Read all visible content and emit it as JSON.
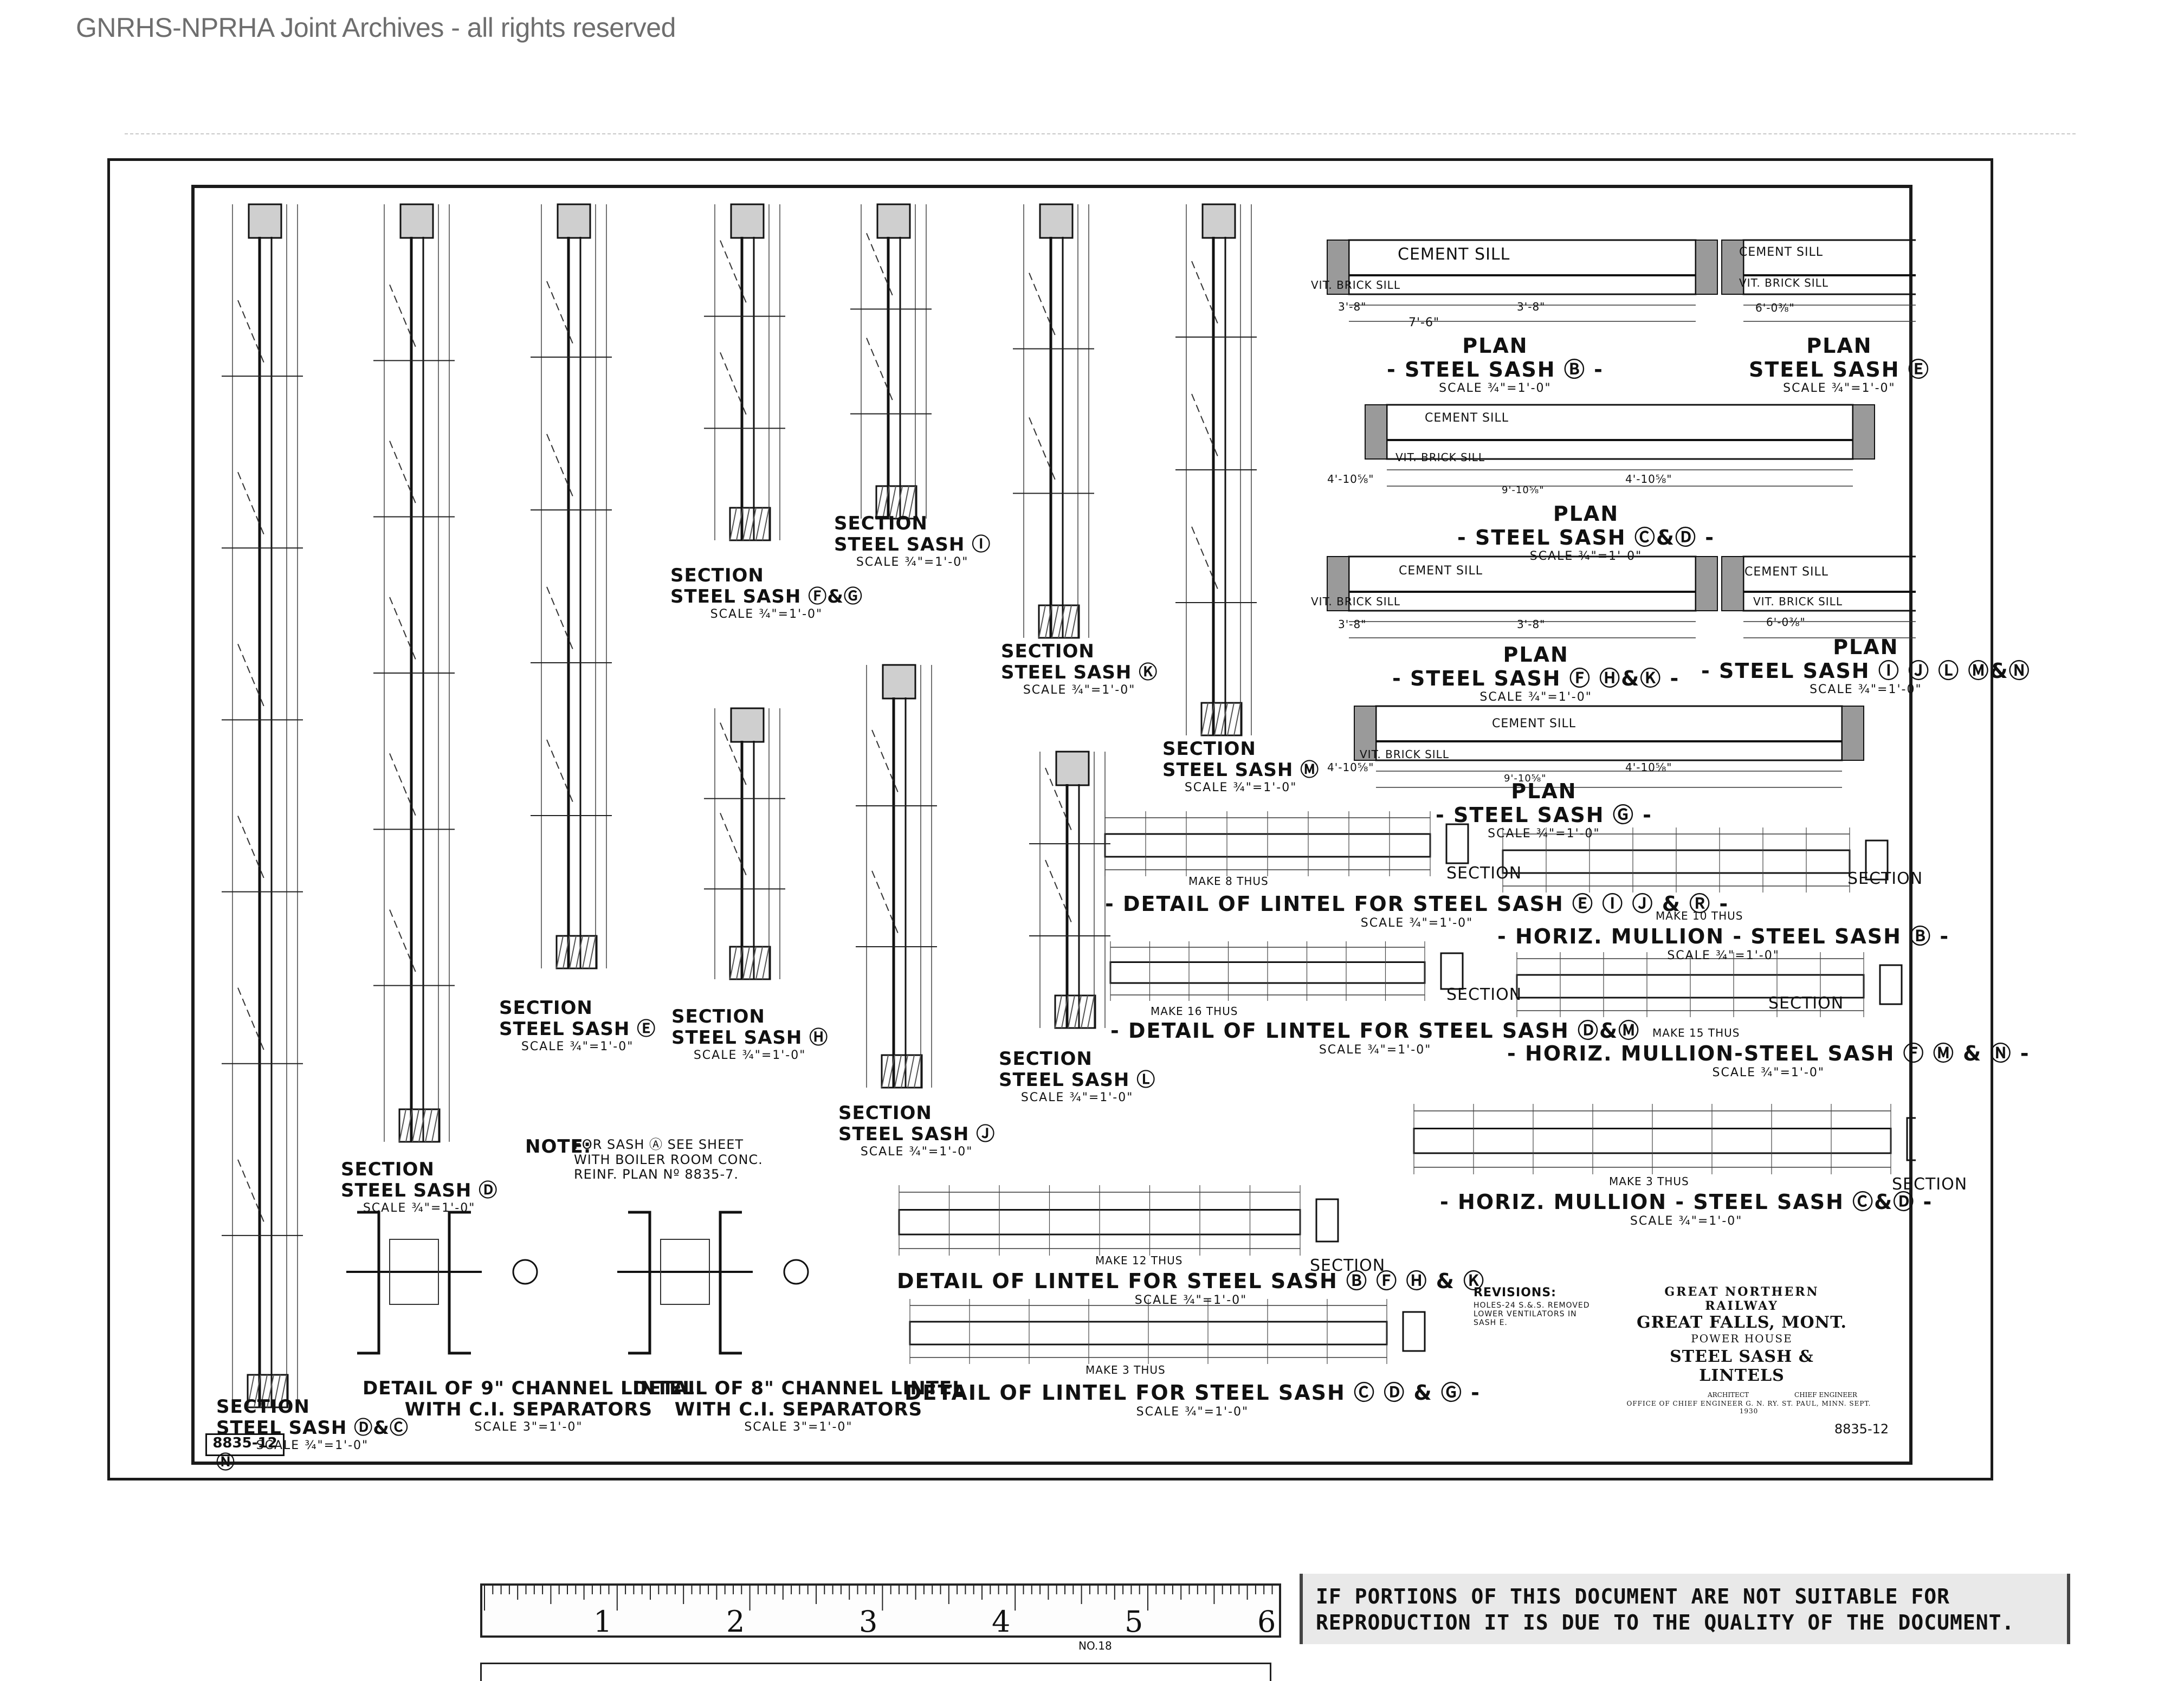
{
  "header": {
    "watermark": "GNRHS-NPRHA Joint Archives - all rights reserved"
  },
  "drawing": {
    "sections": [
      {
        "id": "sec-1",
        "title": "SECTION",
        "name": "STEEL SASH Ⓓ&Ⓒ",
        "scale": "SCALE ¾\"=1'-0\"",
        "extra": "Ⓝ"
      },
      {
        "id": "sec-2",
        "title": "SECTION",
        "name": "STEEL SASH Ⓓ",
        "scale": "SCALE ¾\"=1'-0\""
      },
      {
        "id": "sec-3",
        "title": "SECTION",
        "name": "STEEL SASH Ⓔ",
        "scale": "SCALE ¾\"=1'-0\""
      },
      {
        "id": "sec-4",
        "title": "SECTION",
        "name": "STEEL SASH Ⓕ&Ⓖ",
        "scale": "SCALE ¾\"=1'-0\""
      },
      {
        "id": "sec-5",
        "title": "SECTION",
        "name": "STEEL SASH Ⓗ",
        "scale": "SCALE ¾\"=1'-0\""
      },
      {
        "id": "sec-6",
        "title": "SECTION",
        "name": "STEEL SASH Ⓘ",
        "scale": "SCALE ¾\"=1'-0\""
      },
      {
        "id": "sec-7",
        "title": "SECTION",
        "name": "STEEL SASH Ⓙ",
        "scale": "SCALE ¾\"=1'-0\""
      },
      {
        "id": "sec-8",
        "title": "SECTION",
        "name": "STEEL SASH Ⓚ",
        "scale": "SCALE ¾\"=1'-0\""
      },
      {
        "id": "sec-9",
        "title": "SECTION",
        "name": "STEEL SASH Ⓛ",
        "scale": "SCALE ¾\"=1'-0\""
      },
      {
        "id": "sec-10",
        "title": "SECTION",
        "name": "STEEL SASH Ⓜ",
        "scale": "SCALE ¾\"=1'-0\""
      }
    ],
    "plans": [
      {
        "id": "plan-b",
        "title": "PLAN",
        "name": "STEEL SASH Ⓑ",
        "scale": "SCALE ¾\"=1'-0\"",
        "labels": [
          "CEMENT SILL",
          "VIT. BRICK SILL",
          "7'-6\"",
          "3'-8\"",
          "3'-8\""
        ]
      },
      {
        "id": "plan-e",
        "title": "PLAN",
        "name": "STEEL SASH Ⓔ",
        "scale": "SCALE ¾\"=1'-0\"",
        "labels": [
          "CEMENT SILL",
          "VIT. BRICK SILL",
          "6'-0⅜\""
        ]
      },
      {
        "id": "plan-cd",
        "title": "PLAN",
        "name": "STEEL SASH Ⓒ&Ⓓ",
        "scale": "SCALE ¾\"=1'-0\"",
        "labels": [
          "CEMENT SILL",
          "VIT. BRICK SILL",
          "4'-10⅝\"",
          "4'-10⅝\"",
          "9'-10⅝\""
        ]
      },
      {
        "id": "plan-fhk",
        "title": "PLAN",
        "name": "STEEL SASH Ⓕ Ⓗ&Ⓚ",
        "scale": "SCALE ¾\"=1'-0\"",
        "labels": [
          "CEMENT SILL",
          "VIT. BRICK SILL",
          "3'-8\"",
          "3'-8\""
        ]
      },
      {
        "id": "plan-ijlmn",
        "title": "PLAN",
        "name": "STEEL SASH Ⓘ Ⓙ Ⓛ Ⓜ&Ⓝ",
        "scale": "SCALE ¾\"=1'-0\"",
        "labels": [
          "CEMENT SILL",
          "VIT. BRICK SILL",
          "6'-0⅜\""
        ]
      },
      {
        "id": "plan-g",
        "title": "PLAN",
        "name": "STEEL SASH Ⓖ",
        "scale": "SCALE ¾\"=1'-0\"",
        "labels": [
          "CEMENT SILL",
          "VIT. BRICK SILL",
          "4'-10⅝\"",
          "4'-10⅝\"",
          "9'-10⅝\""
        ]
      }
    ],
    "details": [
      {
        "id": "det-lintel-eijr",
        "title": "DETAIL OF LINTEL FOR STEEL SASH Ⓔ Ⓘ Ⓙ & Ⓡ",
        "scale": "SCALE ¾\"=1'-0\"",
        "note": "MAKE 8 THUS"
      },
      {
        "id": "det-mullion-b",
        "title": "HORIZ. MULLION - STEEL SASH Ⓑ",
        "scale": "SCALE ¾\"=1'-0\"",
        "note": "MAKE 10 THUS"
      },
      {
        "id": "det-lintel-dm",
        "title": "DETAIL OF LINTEL FOR STEEL SASH Ⓓ&Ⓜ",
        "scale": "SCALE ¾\"=1'-0\"",
        "note": "MAKE 16 THUS"
      },
      {
        "id": "det-mullion-fmn",
        "title": "HORIZ. MULLION-STEEL SASH Ⓕ Ⓜ & Ⓝ",
        "scale": "SCALE ¾\"=1'-0\"",
        "note": "MAKE 15 THUS"
      },
      {
        "id": "det-mullion-cd",
        "title": "HORIZ. MULLION - STEEL SASH Ⓒ&Ⓓ",
        "scale": "SCALE ¾\"=1'-0\"",
        "note": "MAKE 3 THUS"
      },
      {
        "id": "det-lintel-bfhk",
        "title": "DETAIL OF LINTEL FOR STEEL SASH Ⓑ Ⓕ Ⓗ & Ⓚ",
        "scale": "SCALE ¾\"=1'-0\"",
        "note": "MAKE 12 THUS"
      },
      {
        "id": "det-lintel-cdg",
        "title": "DETAIL OF LINTEL FOR STEEL SASH Ⓒ Ⓓ & Ⓖ",
        "scale": "SCALE ¾\"=1'-0\"",
        "note": "MAKE 3 THUS"
      },
      {
        "id": "det-9ch",
        "title": "DETAIL OF 9\" CHANNEL LINTEL",
        "line2": "WITH C.I. SEPARATORS",
        "scale": "SCALE 3\"=1'-0\""
      },
      {
        "id": "det-8ch",
        "title": "DETAIL OF 8\" CHANNEL LINTEL",
        "line2": "WITH C.I. SEPARATORS",
        "scale": "SCALE 3\"=1'-0\""
      }
    ],
    "section_label": "SECTION",
    "note": {
      "label": "NOTE:",
      "lines": [
        "FOR SASH Ⓐ SEE SHEET",
        "WITH BOILER ROOM CONC.",
        "REINF. PLAN Nº 8835-7."
      ]
    },
    "revisions": {
      "title": "REVISIONS:",
      "text": "HOLES-24 S.&.S. REMOVED LOWER VENTILATORS IN SASH E."
    },
    "title_block": {
      "railway": "GREAT NORTHERN RAILWAY",
      "location": "GREAT FALLS, MONT.",
      "building": "POWER HOUSE",
      "subject": "STEEL SASH & LINTELS",
      "office": "OFFICE OF CHIEF ENGINEER   G. N. RY.   ST. PAUL, MINN.   SEPT. 1930",
      "architect_label": "ARCHITECT",
      "engineer_label": "CHIEF ENGINEER",
      "sheet_number": "8835-12"
    },
    "sheet_number_left": "8835-12"
  },
  "ruler": {
    "marks": [
      "1",
      "2",
      "3",
      "4",
      "5",
      "6"
    ],
    "model": "No.18"
  },
  "notice": {
    "text": "IF PORTIONS OF THIS DOCUMENT ARE NOT SUITABLE FOR REPRODUCTION IT IS DUE TO THE QUALITY OF THE DOCUMENT."
  }
}
